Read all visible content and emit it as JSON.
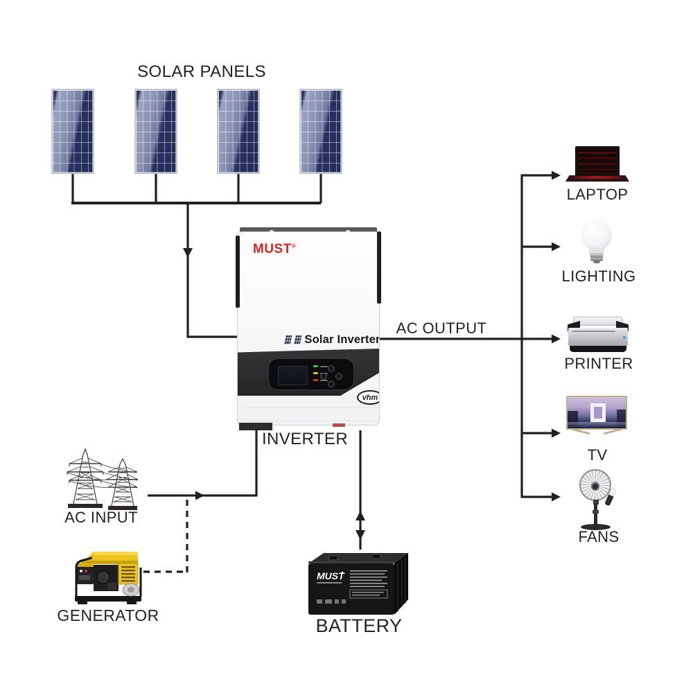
{
  "diagram": {
    "title": "SOLAR PANELS",
    "labels": {
      "inverter": "INVERTER",
      "ac_output": "AC OUTPUT",
      "ac_input": "AC INPUT",
      "generator": "GENERATOR",
      "battery": "BATTERY"
    }
  },
  "inverter": {
    "brand": "MUST",
    "brand_reg": "®",
    "product": "Solar Inverter",
    "badge": "vhm"
  },
  "battery": {
    "brand": "MUST"
  },
  "devices": [
    {
      "id": "laptop",
      "label": "LAPTOP"
    },
    {
      "id": "lighting",
      "label": "LIGHTING"
    },
    {
      "id": "printer",
      "label": "PRINTER"
    },
    {
      "id": "tv",
      "label": "TV"
    },
    {
      "id": "fans",
      "label": "FANS"
    }
  ],
  "colors": {
    "line": "#231f20",
    "must_red": "#e2241f",
    "panel_navy": "#273160",
    "panel_highlight": "#8d95b6",
    "generator_yellow": "#edc31f",
    "battery_black": "#161617",
    "led_green": "#35c24a",
    "led_yellow": "#e0c21b",
    "led_red": "#d8342a"
  }
}
